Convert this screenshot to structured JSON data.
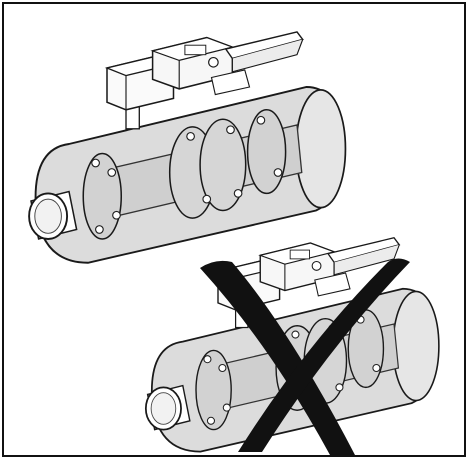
{
  "figure": {
    "panels": [
      {
        "id": "correct",
        "status_mark": "none",
        "subject_icon": "insulated-valve-assembly-icon"
      },
      {
        "id": "incorrect",
        "status_mark": "cross",
        "subject_icon": "insulated-valve-assembly-icon"
      }
    ],
    "colors": {
      "background": "#ffffff",
      "frame": "#111111",
      "line": "#1a1a1a",
      "insulation_fill": "#d9d9d9",
      "actuator_fill": "#ffffff",
      "pipe_end_fill": "#ffffff",
      "cross": "#111111"
    }
  }
}
